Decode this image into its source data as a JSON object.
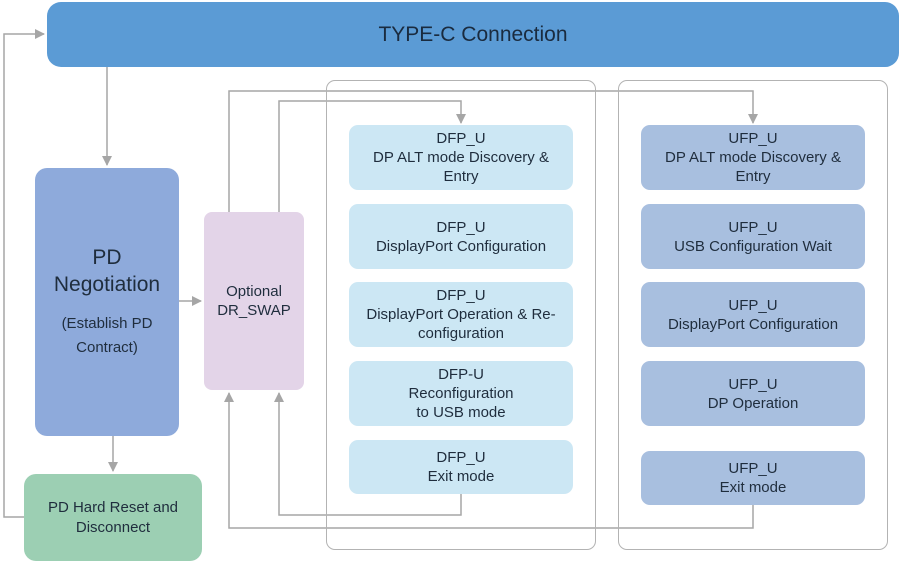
{
  "typec": {
    "title": "TYPE-C Connection"
  },
  "pd_negotiation": {
    "title_lines": [
      "PD",
      "Negotiation"
    ],
    "subtitle_lines": [
      "(Establish PD",
      "Contract)"
    ]
  },
  "hard_reset": {
    "lines": [
      "PD Hard Reset and",
      "Disconnect"
    ]
  },
  "dr_swap": {
    "lines": [
      "Optional",
      "DR_SWAP"
    ]
  },
  "dfp_boxes": [
    {
      "lines": [
        "DFP_U",
        "DP ALT mode Discovery &",
        "Entry"
      ]
    },
    {
      "lines": [
        "DFP_U",
        "DisplayPort Configuration"
      ]
    },
    {
      "lines": [
        "DFP_U",
        "DisplayPort Operation & Re-",
        "configuration"
      ]
    },
    {
      "lines": [
        "DFP-U",
        "Reconfiguration",
        "to USB mode"
      ]
    },
    {
      "lines": [
        "DFP_U",
        "Exit mode"
      ]
    }
  ],
  "ufp_boxes": [
    {
      "lines": [
        "UFP_U",
        "DP ALT mode Discovery &",
        "Entry"
      ]
    },
    {
      "lines": [
        "UFP_U",
        "USB Configuration Wait"
      ]
    },
    {
      "lines": [
        "UFP_U",
        "DisplayPort Configuration"
      ]
    },
    {
      "lines": [
        "UFP_U",
        "DP Operation"
      ]
    },
    {
      "lines": [
        "UFP_U",
        "Exit mode"
      ]
    }
  ],
  "colors": {
    "typec": "#5b9bd5",
    "pd_negotiation": "#8eaadb",
    "hard_reset": "#9ccfb3",
    "dr_swap": "#e3d4e8",
    "dfp": "#cce7f4",
    "ufp": "#a8bfdf",
    "connector": "#a6a6a6"
  }
}
